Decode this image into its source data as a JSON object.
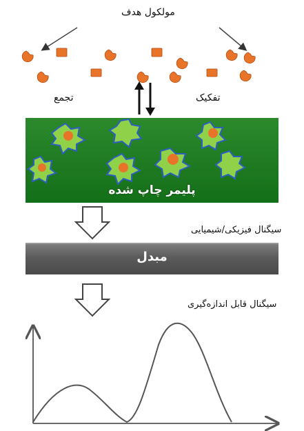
{
  "labels": {
    "target_molecule": "مولکول هدف",
    "association": "تجمع",
    "dissociation": "تفکیک",
    "imprinted_polymer": "پلیمر چاپ شده",
    "physchem_signal": "سیگنال فیزیکی/شیمیایی",
    "transducer": "مبدل",
    "measurable_signal": "سیگنال قابل اندازه‌گیری"
  },
  "colors": {
    "polymer_green": "#1f7a22",
    "molecule_orange": "#e8742a",
    "template_blue": "#4a6fd0",
    "transducer_gray": "#5a5a5a"
  }
}
